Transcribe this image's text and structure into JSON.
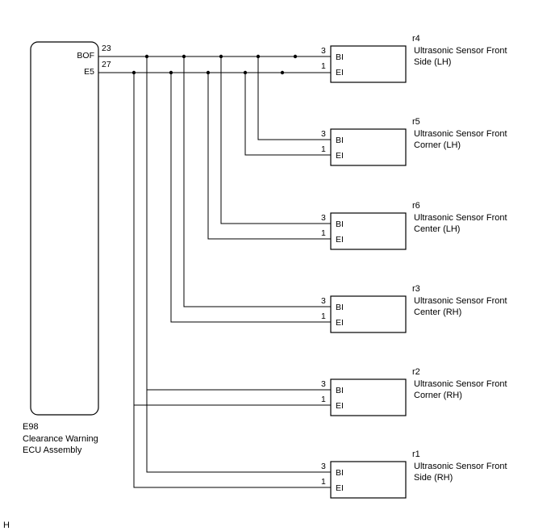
{
  "ecu": {
    "code": "E98",
    "name_line1": "Clearance Warning",
    "name_line2": "ECU Assembly",
    "terminals": [
      {
        "name": "BOF",
        "pin": "23"
      },
      {
        "name": "E5",
        "pin": "27"
      }
    ]
  },
  "sensors": [
    {
      "code": "r4",
      "name_line1": "Ultrasonic Sensor Front",
      "name_line2": "Side (LH)",
      "bi_pin": "3",
      "bi_label": "BI",
      "ei_pin": "1",
      "ei_label": "EI"
    },
    {
      "code": "r5",
      "name_line1": "Ultrasonic Sensor Front",
      "name_line2": "Corner (LH)",
      "bi_pin": "3",
      "bi_label": "BI",
      "ei_pin": "1",
      "ei_label": "EI"
    },
    {
      "code": "r6",
      "name_line1": "Ultrasonic Sensor Front",
      "name_line2": "Center (LH)",
      "bi_pin": "3",
      "bi_label": "BI",
      "ei_pin": "1",
      "ei_label": "EI"
    },
    {
      "code": "r3",
      "name_line1": "Ultrasonic Sensor Front",
      "name_line2": "Center (RH)",
      "bi_pin": "3",
      "bi_label": "BI",
      "ei_pin": "1",
      "ei_label": "EI"
    },
    {
      "code": "r2",
      "name_line1": "Ultrasonic Sensor Front",
      "name_line2": "Corner (RH)",
      "bi_pin": "3",
      "bi_label": "BI",
      "ei_pin": "1",
      "ei_label": "EI"
    },
    {
      "code": "r1",
      "name_line1": "Ultrasonic Sensor Front",
      "name_line2": "Side (RH)",
      "bi_pin": "3",
      "bi_label": "BI",
      "ei_pin": "1",
      "ei_label": "EI"
    }
  ],
  "footer_mark": "H"
}
